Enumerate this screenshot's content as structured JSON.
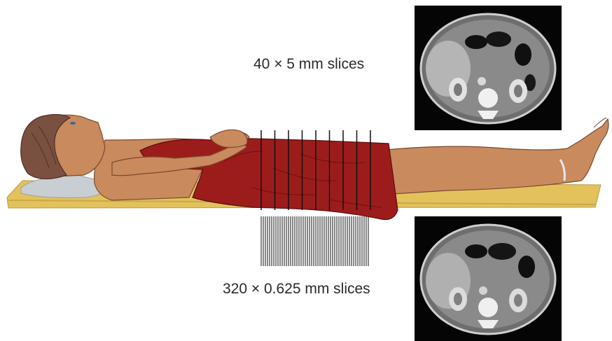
{
  "labels": {
    "thick_slices": "40 × 5 mm slices",
    "thin_slices": "320 × 0.625 mm slices"
  },
  "colors": {
    "skin": "#c98a5e",
    "gown": "#9c1c1c",
    "table": "#e3c25c",
    "hair": "#7a5040",
    "pillow": "#c9ced3"
  },
  "icons": {
    "ct_top": "axial-ct-abdomen-image",
    "ct_bottom": "axial-ct-abdomen-image"
  }
}
